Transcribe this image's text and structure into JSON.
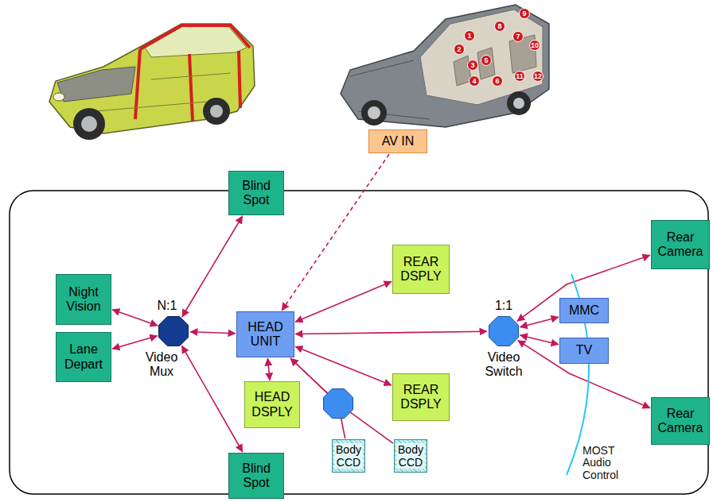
{
  "diagram": {
    "nodes": [
      {
        "text": [
          "AV IN"
        ]
      },
      {
        "text": [
          "Blind Spot"
        ]
      },
      {
        "text": [
          "Rear Camera"
        ]
      },
      {
        "text": [
          "REAR DSPLY"
        ]
      },
      {
        "text": [
          "Night Vision"
        ]
      },
      {
        "text": [
          "N:1",
          "Video Mux"
        ]
      },
      {
        "text": [
          "HEAD UNIT"
        ]
      },
      {
        "text": [
          "1:1",
          "Video Switch"
        ]
      },
      {
        "text": [
          "MMC"
        ]
      },
      {
        "text": [
          "TV"
        ]
      },
      {
        "text": [
          "Lane Depart"
        ]
      },
      {
        "text": [
          "REAR DSPLY"
        ]
      },
      {
        "text": [
          "HEAD DSPLY"
        ]
      },
      {
        "text": [
          "Rear Camera"
        ]
      },
      {
        "text": [
          "Body CCD"
        ]
      },
      {
        "text": [
          "Body CCD"
        ]
      },
      {
        "text": [
          "Blind Spot"
        ]
      }
    ],
    "edges": [
      {
        "from": 1,
        "to": 5,
        "arrow": "both"
      },
      {
        "from": 4,
        "to": 5,
        "arrow": "both"
      },
      {
        "from": 10,
        "to": 5,
        "arrow": "both"
      },
      {
        "from": 16,
        "to": 5,
        "arrow": "both"
      },
      {
        "from": 5,
        "to": 6,
        "arrow": "both"
      },
      {
        "from": 0,
        "to": 6,
        "arrow": "to"
      },
      {
        "from": 6,
        "to": 3,
        "arrow": "both"
      },
      {
        "from": 6,
        "to": 11,
        "arrow": "both"
      },
      {
        "from": 6,
        "to": 12,
        "arrow": "both"
      },
      {
        "from": 6,
        "to": 7,
        "arrow": "both"
      },
      {
        "from": 2,
        "to": 7,
        "arrow": "both"
      },
      {
        "from": 8,
        "to": 7,
        "arrow": "both"
      },
      {
        "from": 9,
        "to": 7,
        "arrow": "both"
      },
      {
        "from": 13,
        "to": 7,
        "arrow": "both"
      },
      {
        "from": 14,
        "to": 6,
        "arrow": "to"
      },
      {
        "from": 15,
        "to": 6,
        "arrow": "to"
      }
    ],
    "labels": [
      "1",
      "2",
      "3",
      "4",
      "5",
      "6",
      "7",
      "8",
      "9",
      "10",
      "11",
      "12",
      "MOST Audio Control"
    ]
  }
}
